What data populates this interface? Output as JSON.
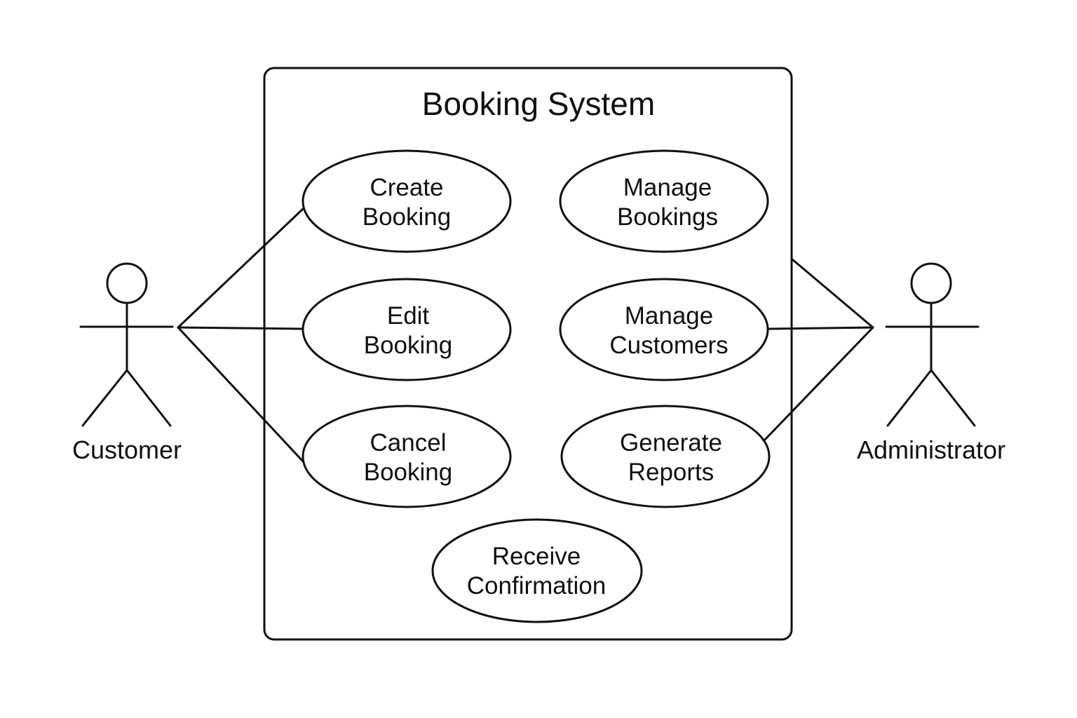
{
  "system": {
    "title": "Booking System"
  },
  "actors": {
    "customer": {
      "label": "Customer"
    },
    "administrator": {
      "label": "Administrator"
    }
  },
  "use_cases": {
    "create_booking": {
      "line1": "Create",
      "line2": "Booking"
    },
    "edit_booking": {
      "line1": "Edit",
      "line2": "Booking"
    },
    "cancel_booking": {
      "line1": "Cancel",
      "line2": "Booking"
    },
    "manage_bookings": {
      "line1": "Manage",
      "line2": "Bookings"
    },
    "manage_customers": {
      "line1": "Manage",
      "line2": "Customers"
    },
    "generate_reports": {
      "line1": "Generate",
      "line2": "Reports"
    },
    "receive_confirmation": {
      "line1": "Receive",
      "line2": "Confirmation"
    }
  },
  "colors": {
    "stroke": "#111111",
    "background": "#ffffff"
  }
}
